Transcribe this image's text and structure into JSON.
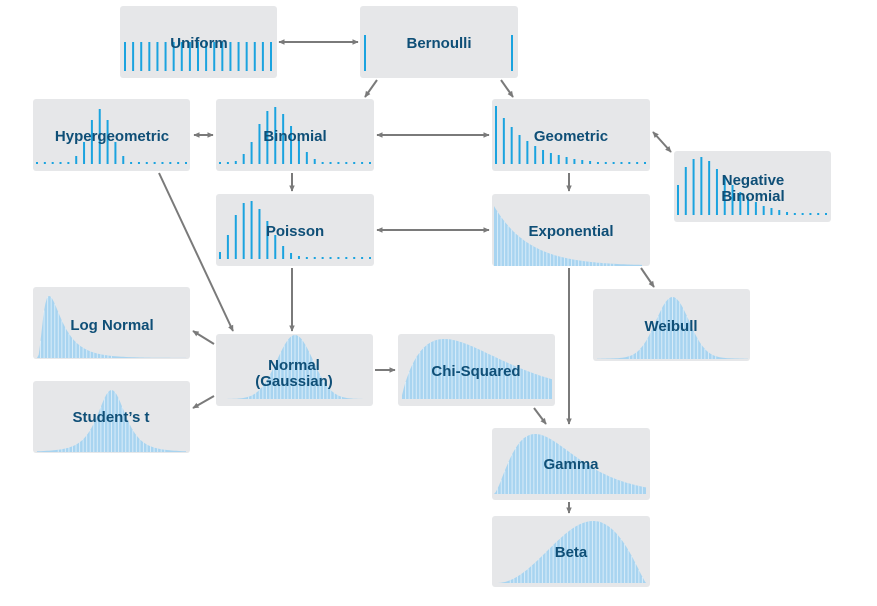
{
  "colors": {
    "box": "#e6e7e9",
    "label": "#0f4f77",
    "spike": "#1aa3df",
    "density_fill": "#a8d4f0",
    "arrow": "#7a7a7a"
  },
  "nodes": {
    "uniform": {
      "label": "Uniform",
      "kind": "discrete"
    },
    "bernoulli": {
      "label": "Bernoulli",
      "kind": "discrete"
    },
    "hypergeometric": {
      "label": "Hypergeometric",
      "kind": "discrete"
    },
    "binomial": {
      "label": "Binomial",
      "kind": "discrete"
    },
    "geometric": {
      "label": "Geometric",
      "kind": "discrete"
    },
    "negative_binomial": {
      "label_line1": "Negative",
      "label_line2": "Binomial",
      "kind": "discrete"
    },
    "poisson": {
      "label": "Poisson",
      "kind": "discrete"
    },
    "exponential": {
      "label": "Exponential",
      "kind": "continuous"
    },
    "weibull": {
      "label": "Weibull",
      "kind": "continuous"
    },
    "log_normal": {
      "label": "Log Normal",
      "kind": "continuous"
    },
    "normal": {
      "label_line1": "Normal",
      "label_line2": "(Gaussian)",
      "kind": "continuous"
    },
    "chi_squared": {
      "label": "Chi-Squared",
      "kind": "continuous"
    },
    "students_t": {
      "label": "Student’s t",
      "kind": "continuous"
    },
    "gamma": {
      "label": "Gamma",
      "kind": "continuous"
    },
    "beta": {
      "label": "Beta",
      "kind": "continuous"
    }
  },
  "edges": [
    {
      "from": "uniform",
      "to": "bernoulli",
      "direction": "both"
    },
    {
      "from": "bernoulli",
      "to": "binomial",
      "direction": "forward"
    },
    {
      "from": "bernoulli",
      "to": "geometric",
      "direction": "forward"
    },
    {
      "from": "hypergeometric",
      "to": "binomial",
      "direction": "both"
    },
    {
      "from": "binomial",
      "to": "geometric",
      "direction": "both"
    },
    {
      "from": "geometric",
      "to": "negative_binomial",
      "direction": "both"
    },
    {
      "from": "binomial",
      "to": "poisson",
      "direction": "forward"
    },
    {
      "from": "geometric",
      "to": "exponential",
      "direction": "forward"
    },
    {
      "from": "poisson",
      "to": "exponential",
      "direction": "both"
    },
    {
      "from": "hypergeometric",
      "to": "normal",
      "direction": "forward"
    },
    {
      "from": "poisson",
      "to": "normal",
      "direction": "forward"
    },
    {
      "from": "exponential",
      "to": "weibull",
      "direction": "forward"
    },
    {
      "from": "exponential",
      "to": "gamma",
      "direction": "forward"
    },
    {
      "from": "normal",
      "to": "log_normal",
      "direction": "forward"
    },
    {
      "from": "normal",
      "to": "students_t",
      "direction": "forward"
    },
    {
      "from": "normal",
      "to": "chi_squared",
      "direction": "forward"
    },
    {
      "from": "chi_squared",
      "to": "gamma",
      "direction": "forward"
    },
    {
      "from": "gamma",
      "to": "beta",
      "direction": "forward"
    }
  ]
}
